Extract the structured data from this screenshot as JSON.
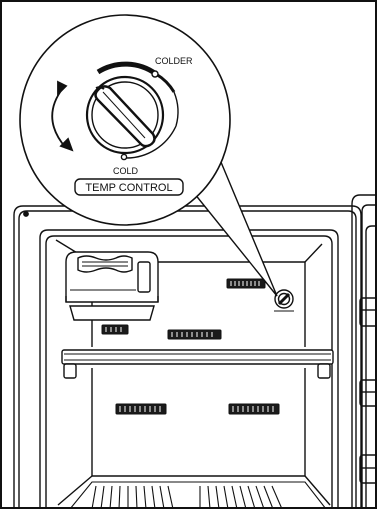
{
  "dial": {
    "label_colder": "COLDER",
    "label_cold": "COLD",
    "title": "TEMP CONTROL"
  },
  "colors": {
    "stroke": "#111111",
    "background": "#ffffff",
    "vent_fill": "#1a1a1a"
  }
}
